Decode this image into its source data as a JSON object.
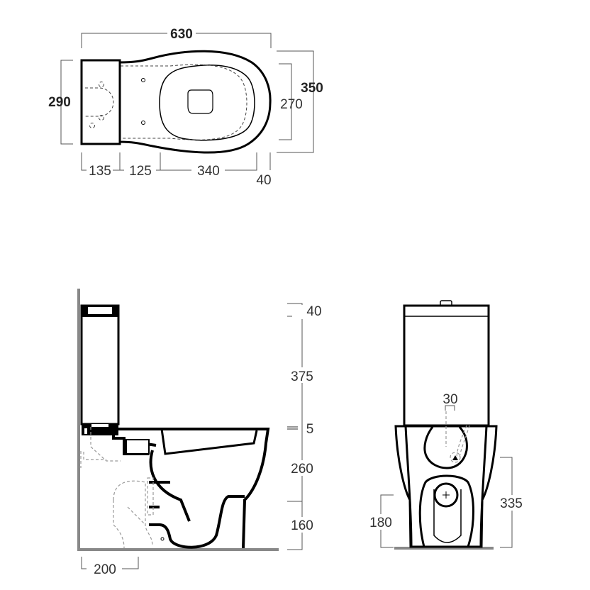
{
  "top_view": {
    "overall_length": "630",
    "tank_width": "290",
    "overall_width": "350",
    "seat_width": "270",
    "tank_depth": "135",
    "bowl_offset": "125",
    "seat_length": "340",
    "front_overhang": "40"
  },
  "side_view": {
    "lid_height": "40",
    "tank_height": "375",
    "gap": "5",
    "bowl_height": "260",
    "outlet_height": "160",
    "wall_to_outlet": "200"
  },
  "front_view": {
    "inlet_offset": "30",
    "fixing_height": "335",
    "outlet_center_height": "180"
  },
  "colors": {
    "line": "#000000",
    "dimension": "#555555",
    "floor": "#888888"
  }
}
